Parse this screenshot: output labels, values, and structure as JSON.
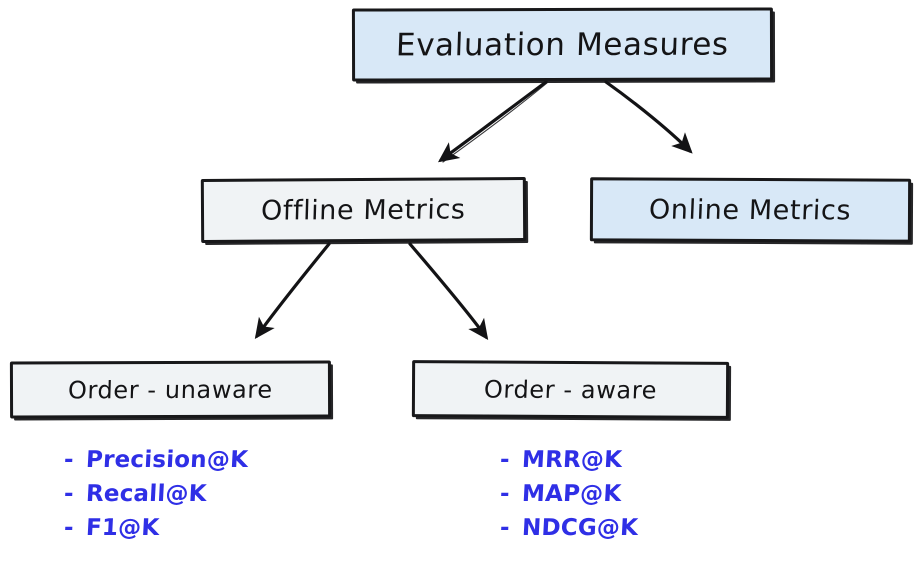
{
  "diagram": {
    "title": "Evaluation Measures",
    "type": "flowchart",
    "background_color": "#ffffff",
    "colors": {
      "box_fill_blue": "#d8e8f7",
      "box_fill_gray": "#f0f3f5",
      "box_border": "#18181a",
      "metric_text": "#2f2fe6"
    },
    "nodes": {
      "root": {
        "label": "Evaluation Measures",
        "fill": "blue"
      },
      "offline": {
        "label": "Offline Metrics",
        "fill": "gray"
      },
      "online": {
        "label": "Online Metrics",
        "fill": "blue"
      },
      "order_unaware": {
        "label": "Order - unaware",
        "fill": "gray"
      },
      "order_aware": {
        "label": "Order - aware",
        "fill": "gray"
      }
    },
    "lists": {
      "order_unaware_metrics": [
        {
          "dash": "-",
          "name": "Precision@K"
        },
        {
          "dash": "-",
          "name": "Recall@K"
        },
        {
          "dash": "-",
          "name": "F1@K"
        }
      ],
      "order_aware_metrics": [
        {
          "dash": "-",
          "name": "MRR@K"
        },
        {
          "dash": "-",
          "name": "MAP@K"
        },
        {
          "dash": "-",
          "name": "NDCG@K"
        }
      ]
    },
    "edges": [
      {
        "from": "Evaluation Measures",
        "to": "Offline Metrics"
      },
      {
        "from": "Evaluation Measures",
        "to": "Online Metrics"
      },
      {
        "from": "Offline Metrics",
        "to": "Order - unaware"
      },
      {
        "from": "Offline Metrics",
        "to": "Order - aware"
      }
    ]
  }
}
